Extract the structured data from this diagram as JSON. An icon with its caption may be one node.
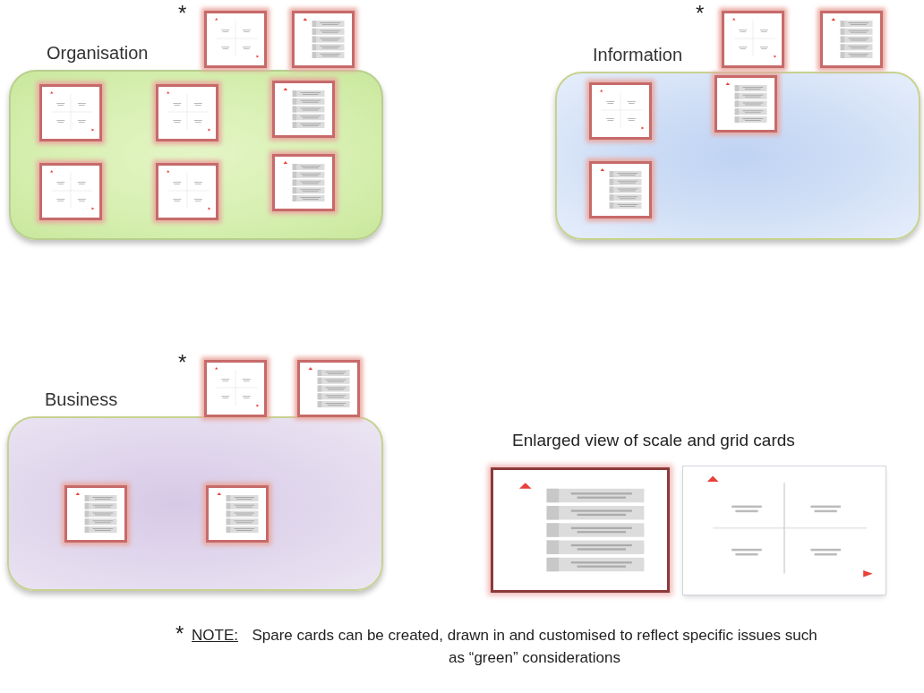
{
  "diagram": {
    "nodes": [
      {
        "text": [
          "Organisation"
        ]
      },
      {
        "text": [],
        "shape": "picture",
        "in": 0
      },
      {
        "text": [],
        "shape": "picture",
        "in": 0
      },
      {
        "text": [],
        "shape": "picture",
        "in": 0
      },
      {
        "text": [],
        "shape": "picture",
        "in": 0
      },
      {
        "text": [],
        "shape": "picture",
        "in": 0
      },
      {
        "text": [],
        "shape": "picture",
        "in": 0
      },
      {
        "text": [],
        "shape": "picture",
        "beside": [
          "*"
        ]
      },
      {
        "text": [],
        "shape": "picture"
      },
      {
        "text": [
          "Information"
        ]
      },
      {
        "text": [],
        "shape": "picture",
        "in": 9
      },
      {
        "text": [],
        "shape": "picture",
        "in": 9
      },
      {
        "text": [],
        "shape": "picture",
        "in": 9
      },
      {
        "text": [],
        "shape": "picture",
        "beside": [
          "*"
        ]
      },
      {
        "text": [],
        "shape": "picture"
      },
      {
        "text": [
          "Business"
        ]
      },
      {
        "text": [],
        "shape": "picture",
        "in": 15
      },
      {
        "text": [],
        "shape": "picture",
        "in": 15
      },
      {
        "text": [],
        "shape": "picture",
        "beside": [
          "*"
        ]
      },
      {
        "text": [],
        "shape": "picture"
      },
      {
        "text": [],
        "shape": "picture"
      },
      {
        "text": [],
        "shape": "picture"
      }
    ],
    "labels": [
      "Enlarged view of scale and grid cards",
      "*",
      "NOTE:",
      "Spare cards can be created, drawn in and customised to reflect specific issues such as “green” considerations"
    ]
  }
}
